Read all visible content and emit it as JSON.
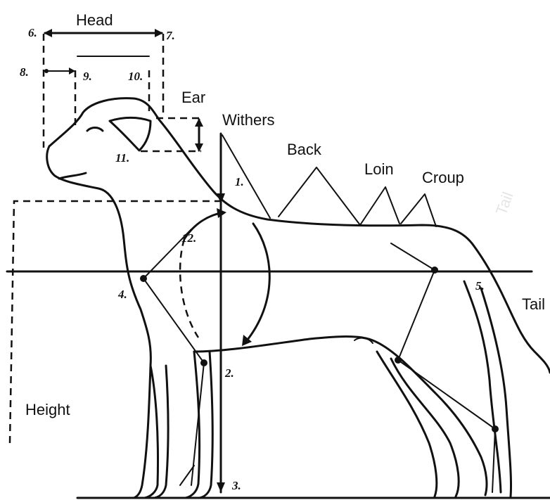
{
  "labels": {
    "head": "Head",
    "ear": "Ear",
    "withers": "Withers",
    "back": "Back",
    "loin": "Loin",
    "croup": "Croup",
    "tail": "Tail",
    "height": "Height"
  },
  "numbers": {
    "n1": "1.",
    "n2": "2.",
    "n3": "3.",
    "n4": "4.",
    "n5": "5.",
    "n6": "6.",
    "n7": "7.",
    "n8": "8.",
    "n9": "9.",
    "n10": "10.",
    "n11": "11.",
    "n12": "12."
  }
}
